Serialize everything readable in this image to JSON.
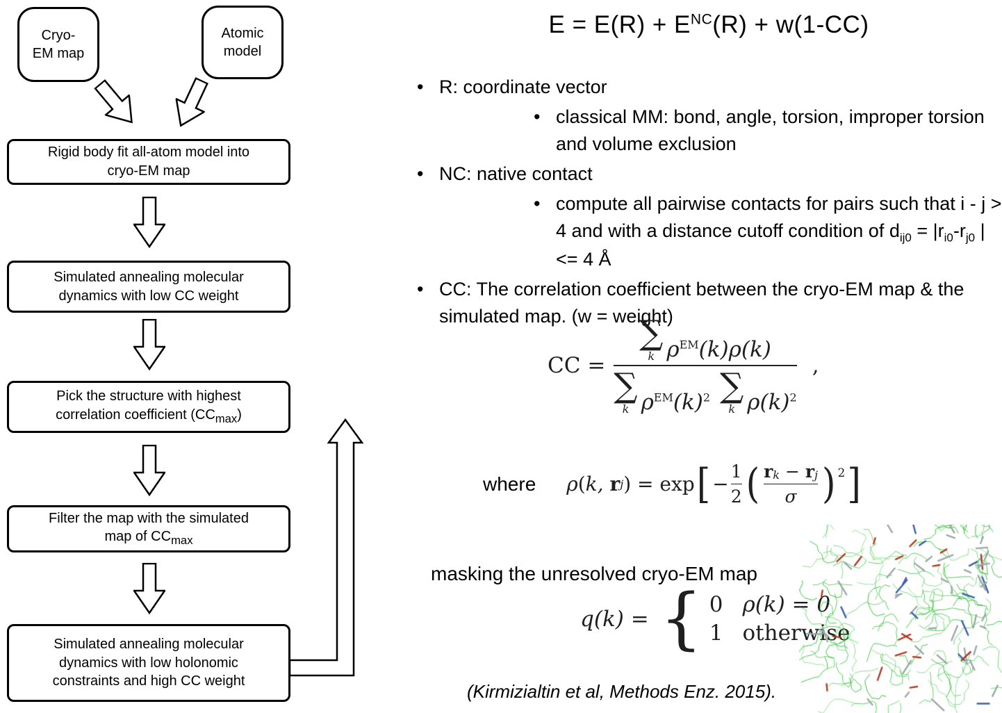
{
  "flowchart": {
    "input_left": {
      "line1": "Cryo-",
      "line2": "EM map"
    },
    "input_right": {
      "line1": "Atomic",
      "line2": "model"
    },
    "step1": "Rigid body fit all-atom model into cryo-EM map",
    "step2": "Simulated annealing molecular dynamics with low CC weight",
    "step3": [
      {
        "t": "t",
        "v": "Pick the structure with highest correlation coefficient (CC"
      },
      {
        "t": "sub",
        "v": "max"
      },
      {
        "t": "t",
        "v": ")"
      }
    ],
    "step4": [
      {
        "t": "t",
        "v": "Filter the map with the simulated map of CC"
      },
      {
        "t": "sub",
        "v": "max"
      }
    ],
    "step5": "Simulated annealing molecular dynamics with low holonomic constraints and high CC weight"
  },
  "energy_equation": [
    {
      "t": "t",
      "v": "E = E(R) + E"
    },
    {
      "t": "sup",
      "v": "NC"
    },
    {
      "t": "t",
      "v": "(R) + w(1-CC)"
    }
  ],
  "bullets": {
    "bullet_char": "•",
    "r_item": "R: coordinate vector",
    "r_sub_item": "classical MM: bond, angle, torsion, improper torsion and volume exclusion",
    "nc_item": "NC: native contact",
    "nc_sub_item": [
      {
        "t": "t",
        "v": "compute all pairwise contacts for pairs such that i - j > 4 and with a distance cutoff condition of d"
      },
      {
        "t": "sub",
        "v": "ij0"
      },
      {
        "t": "t",
        "v": " = |r"
      },
      {
        "t": "sub",
        "v": "i0"
      },
      {
        "t": "t",
        "v": "-r"
      },
      {
        "t": "sub",
        "v": "j0"
      },
      {
        "t": "t",
        "v": " | <= 4 Å"
      }
    ],
    "cc_item": "CC: The correlation coefficient between the cryo-EM map & the simulated map. (w = weight)"
  },
  "cc_equation": {
    "lhs": "CC",
    "equals": "=",
    "sigma": "∑",
    "sub_k": "k",
    "rho": "ρ",
    "sup_em": "EM",
    "paren_k": "(k)",
    "sup_two": "2",
    "comma": ","
  },
  "where_equation": {
    "where_label": "where",
    "rho": "ρ",
    "lparen": "(",
    "k_comma": "k,",
    "r_bold": "r",
    "sub_j": "j",
    "sub_k": "k",
    "rparen": ")",
    "equals": "=",
    "exp": "exp",
    "lbracket": "[",
    "rbracket": "]",
    "minus": "−",
    "one": "1",
    "two": "2",
    "sigma": "σ",
    "sup_two": "2"
  },
  "masking": {
    "label": "masking the unresolved cryo-EM map",
    "q": "q",
    "paren_k": "(k)",
    "equals": "=",
    "brace": "{",
    "case1_value": "0",
    "case1_condition": "ρ(k) = 0",
    "case2_value": "1",
    "case2_condition": "otherwise"
  },
  "citation": "(Kirmizialtin et al, Methods Enz. 2015).",
  "molecule": {
    "mesh_color": "#25c02c",
    "stick_color": "#9ba8a6",
    "red_color": "#b03a24",
    "blue_color": "#3d5fa8"
  }
}
